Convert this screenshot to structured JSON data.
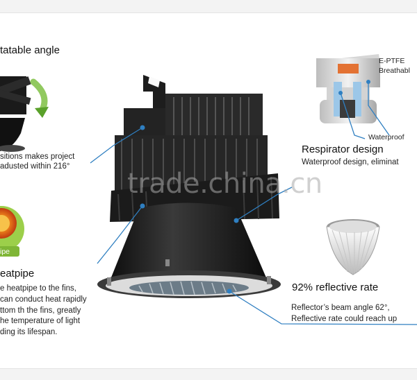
{
  "rotatable": {
    "title": "tatable angle",
    "line1": "sitions makes project",
    "line2": "adusted within 216°"
  },
  "heatpipe": {
    "title": "eatpipe",
    "badge": "ipe",
    "lines": [
      "e heatpipe to the fins,",
      "can conduct heat rapidly",
      "ttom th the fins, greatly",
      "he temperature of light",
      "ding its lifespan."
    ]
  },
  "respirator": {
    "label_top1": "E-PTFE",
    "label_top2": "Breathabl",
    "label_bottom": "Waterproof",
    "title": "Respirator design",
    "desc": "Waterproof design, eliminat"
  },
  "reflective": {
    "title": "92% reflective rate",
    "line1": "Reflector’s beam angle 62°,",
    "line2": "Reflective rate could reach up"
  },
  "watermark": "trade.china.cn",
  "colors": {
    "callout_line": "#2f7fc1",
    "lamp_body": "#1c1c1c",
    "background": "#ffffff"
  }
}
